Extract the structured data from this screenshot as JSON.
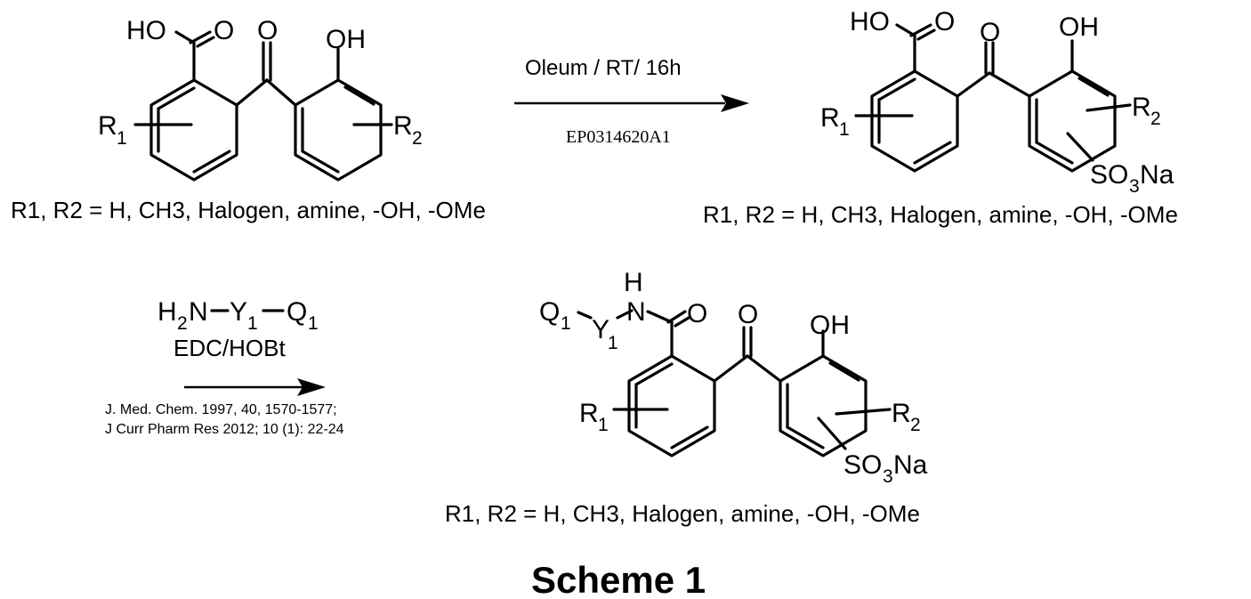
{
  "scheme": {
    "title": "Scheme 1",
    "structure1": {
      "cooh": "HO",
      "cooh_o": "O",
      "ketone_o": "O",
      "oh": "OH",
      "r1": "R",
      "r1_sub": "1",
      "r2": "R",
      "r2_sub": "2",
      "caption": "R1, R2 = H, CH3, Halogen, amine, -OH, -OMe"
    },
    "step1": {
      "reagents": "Oleum / RT/ 16h",
      "reference": "EP0314620A1"
    },
    "structure2": {
      "cooh": "HO",
      "cooh_o": "O",
      "ketone_o": "O",
      "oh": "OH",
      "r1": "R",
      "r1_sub": "1",
      "r2": "R",
      "r2_sub": "2",
      "so3na_1": "SO",
      "so3na_sub": "3",
      "so3na_2": "Na",
      "caption": "R1, R2 = H, CH3, Halogen, amine, -OH, -OMe"
    },
    "step2": {
      "amine_h": "H",
      "amine_h_sub": "2",
      "amine_n": "N",
      "amine_y": "Y",
      "amine_y_sub": "1",
      "amine_q": "Q",
      "amine_q_sub": "1",
      "coupling": "EDC/HOBt",
      "reference_1": "J. Med. Chem. 1997, 40, 1570-1577;",
      "reference_2": "J Curr Pharm Res 2012; 10 (1): 22-24"
    },
    "structure3": {
      "nh_h": "H",
      "nh_n": "N",
      "amide_o": "O",
      "q": "Q",
      "q_sub": "1",
      "y": "Y",
      "y_sub": "1",
      "ketone_o": "O",
      "oh": "OH",
      "r1": "R",
      "r1_sub": "1",
      "r2": "R",
      "r2_sub": "2",
      "so3na_1": "SO",
      "so3na_sub": "3",
      "so3na_2": "Na",
      "caption": "R1, R2 = H, CH3, Halogen, amine, -OH, -OMe"
    }
  }
}
